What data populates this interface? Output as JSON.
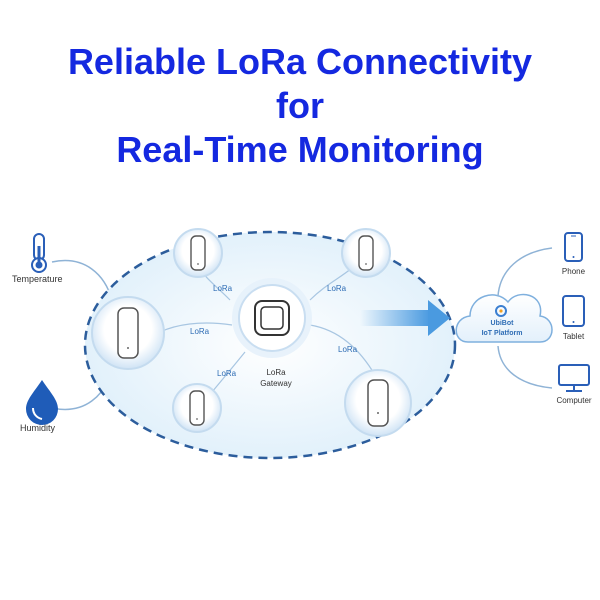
{
  "title": {
    "line1": "Reliable LoRa Connectivity",
    "line2": "for",
    "line3": "Real-Time Monitoring"
  },
  "diagram": {
    "link_label": "LoRa",
    "gateway_label_1": "LoRa",
    "gateway_label_2": "Gateway",
    "inputs": [
      {
        "label": "Temperature",
        "icon": "thermometer-icon"
      },
      {
        "label": "Humidity",
        "icon": "water-drop-icon"
      }
    ],
    "platform": {
      "line1": "UbiBot",
      "line2": "IoT Platform",
      "icon": "cloud-icon"
    },
    "outputs": [
      {
        "label": "Phone",
        "icon": "phone-icon"
      },
      {
        "label": "Tablet",
        "icon": "tablet-icon"
      },
      {
        "label": "Computer",
        "icon": "computer-icon"
      }
    ],
    "colors": {
      "title": "#1428e0",
      "icon_blue": "#2a5fb8",
      "ellipse_fill": "#eaf4fc",
      "ellipse_stroke": "#2c5d9c",
      "arrow": "#4a9ae0",
      "label_blue": "#2f6db5"
    }
  }
}
